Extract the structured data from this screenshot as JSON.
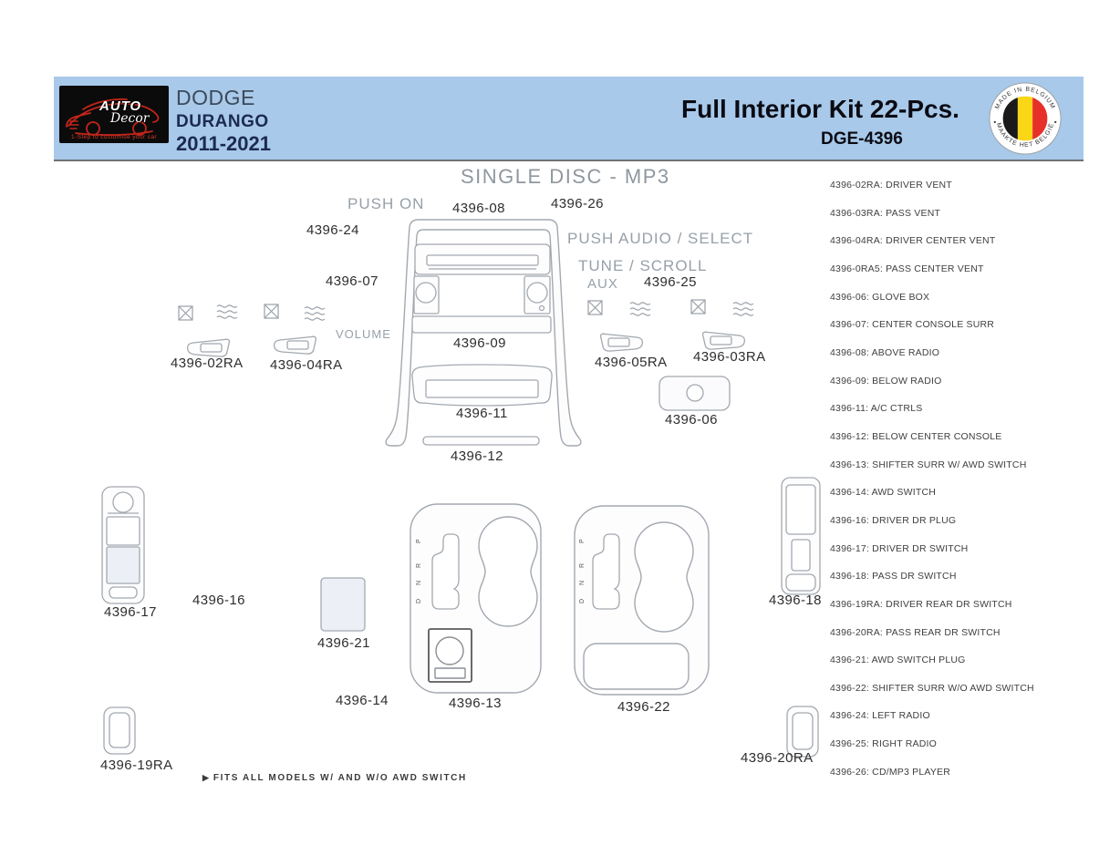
{
  "header": {
    "logo": {
      "brand_top": "AUTO",
      "brand_script": "Decor",
      "tagline": "1-Step to customise your car"
    },
    "vehicle": {
      "make": "DODGE",
      "model": "DURANGO",
      "years": "2011-2021"
    },
    "kit_title": "Full Interior Kit 22-Pcs.",
    "kit_code": "DGE-4396",
    "badge": {
      "top_text": "MADE IN BELGIUM",
      "bottom_text": "MAAKTE HET BELGIË"
    },
    "colors": {
      "header_bg": "#a8c9e9",
      "navy": "#1c2a52",
      "logo_red": "#c2251a",
      "flag_black": "#1a1a1a",
      "flag_yellow": "#f9d616",
      "flag_red": "#e8302a"
    }
  },
  "diagram": {
    "title": "SINGLE DISC - MP3",
    "annotations": {
      "push_on": "PUSH ON",
      "push_audio_select": "PUSH AUDIO / SELECT",
      "tune_scroll": "TUNE / SCROLL",
      "aux": "AUX",
      "volume": "VOLUME"
    },
    "part_labels": {
      "p24": "4396-24",
      "p08": "4396-08",
      "p26": "4396-26",
      "p07": "4396-07",
      "p25": "4396-25",
      "p09": "4396-09",
      "p02ra": "4396-02RA",
      "p04ra": "4396-04RA",
      "p05ra": "4396-05RA",
      "p03ra": "4396-03RA",
      "p11": "4396-11",
      "p06": "4396-06",
      "p12": "4396-12",
      "p17": "4396-17",
      "p16": "4396-16",
      "p18": "4396-18",
      "p21": "4396-21",
      "p14": "4396-14",
      "p13": "4396-13",
      "p22": "4396-22",
      "p19ra": "4396-19RA",
      "p20ra": "4396-20RA"
    },
    "gear_letters": [
      "P",
      "R",
      "N",
      "D"
    ]
  },
  "parts_list": {
    "items": [
      "4396-02RA: DRIVER VENT",
      "4396-03RA: PASS VENT",
      "4396-04RA: DRIVER CENTER VENT",
      "4396-0RA5: PASS CENTER VENT",
      "4396-06: GLOVE BOX",
      "4396-07: CENTER CONSOLE SURR",
      "4396-08: ABOVE RADIO",
      "4396-09: BELOW RADIO",
      "4396-11: A/C CTRLS",
      "4396-12: BELOW CENTER CONSOLE",
      "4396-13: SHIFTER SURR W/ AWD SWITCH",
      "4396-14: AWD SWITCH",
      "4396-16: DRIVER DR PLUG",
      "4396-17: DRIVER DR SWITCH",
      "4396-18: PASS DR SWITCH",
      "4396-19RA: DRIVER REAR DR SWITCH",
      "4396-20RA: PASS REAR DR SWITCH",
      "4396-21: AWD SWITCH PLUG",
      "4396-22: SHIFTER SURR W/O AWD SWITCH",
      "4396-24: LEFT RADIO",
      "4396-25: RIGHT RADIO",
      "4396-26: CD/MP3 PLAYER"
    ]
  },
  "footer": {
    "arrow": "▶",
    "note": "FITS ALL MODELS W/ AND W/O AWD SWITCH"
  }
}
